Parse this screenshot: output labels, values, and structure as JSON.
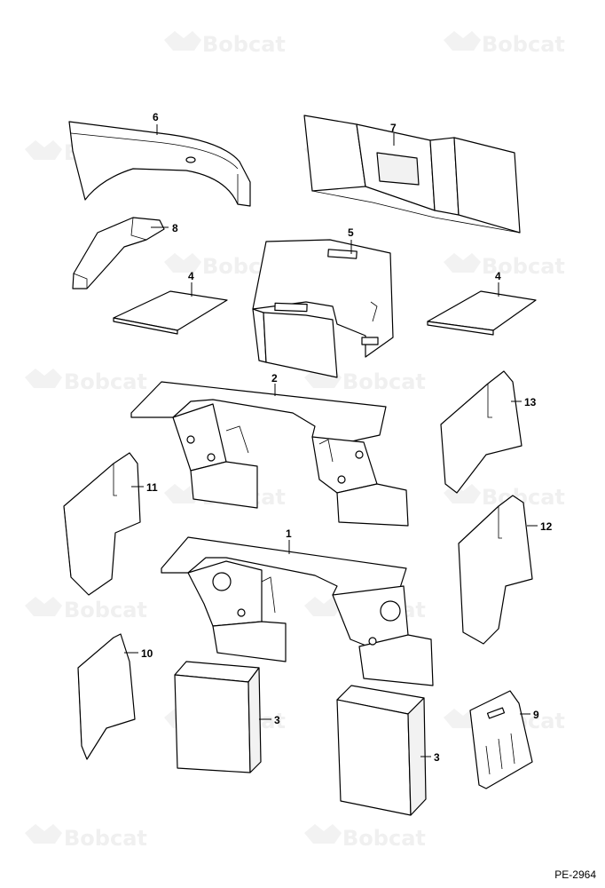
{
  "watermark": {
    "text": "Bobcat"
  },
  "callouts": {
    "part_1": "1",
    "part_2": "2",
    "part_3a": "3",
    "part_3b": "3",
    "part_4a": "4",
    "part_4b": "4",
    "part_5": "5",
    "part_6": "6",
    "part_7": "7",
    "part_8": "8",
    "part_9": "9",
    "part_10": "10",
    "part_11": "11",
    "part_12": "12",
    "part_13": "13"
  },
  "drawing_number": "PE-2964",
  "colors": {
    "line": "#000000",
    "watermark": "#f0f0f0"
  }
}
